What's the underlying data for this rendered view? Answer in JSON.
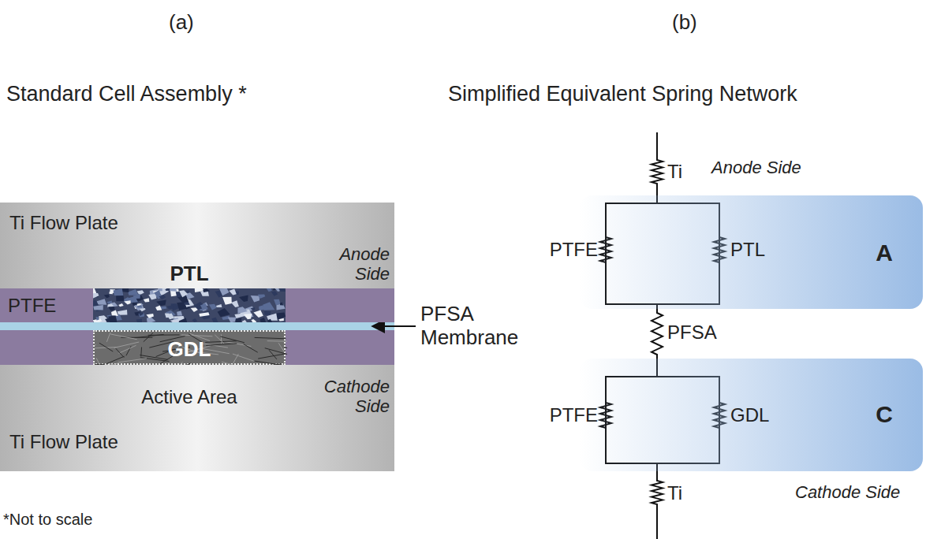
{
  "diagram": {
    "nodes": [
      {
        "text": [
          "Ti Flow Plate"
        ]
      },
      {
        "text": [
          "PTFE"
        ]
      },
      {
        "text": [
          "PTL"
        ]
      },
      {
        "text": [
          "GDL"
        ]
      },
      {
        "text": [
          "Ti Flow Plate"
        ]
      },
      {
        "text": [
          "A"
        ]
      },
      {
        "text": [
          "C"
        ]
      }
    ],
    "edges": [
      {
        "from": 5,
        "to": 6,
        "arrow": "none"
      }
    ],
    "labels": [
      "(a)",
      "(b)",
      "Standard Cell Assembly *",
      "Simplified Equivalent Spring Network",
      "Anode Side",
      "PFSA Membrane",
      "Active Area",
      "Cathode Side",
      "*Not to scale",
      "Ti",
      "Anode Side",
      "PTFE",
      "PTL",
      "PFSA",
      "PTFE",
      "GDL",
      "Cathode Side",
      "Ti"
    ]
  }
}
